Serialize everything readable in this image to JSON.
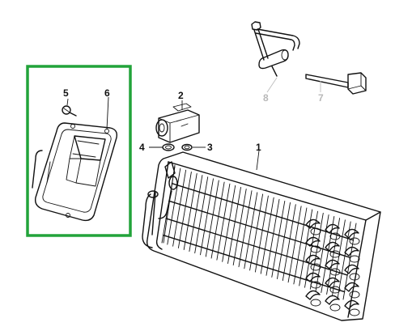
{
  "highlight_color": "#22a33a",
  "callouts": {
    "p1": "1",
    "p2": "2",
    "p3": "3",
    "p4": "4",
    "p5": "5",
    "p6": "6",
    "p7": "7",
    "p8": "8"
  }
}
